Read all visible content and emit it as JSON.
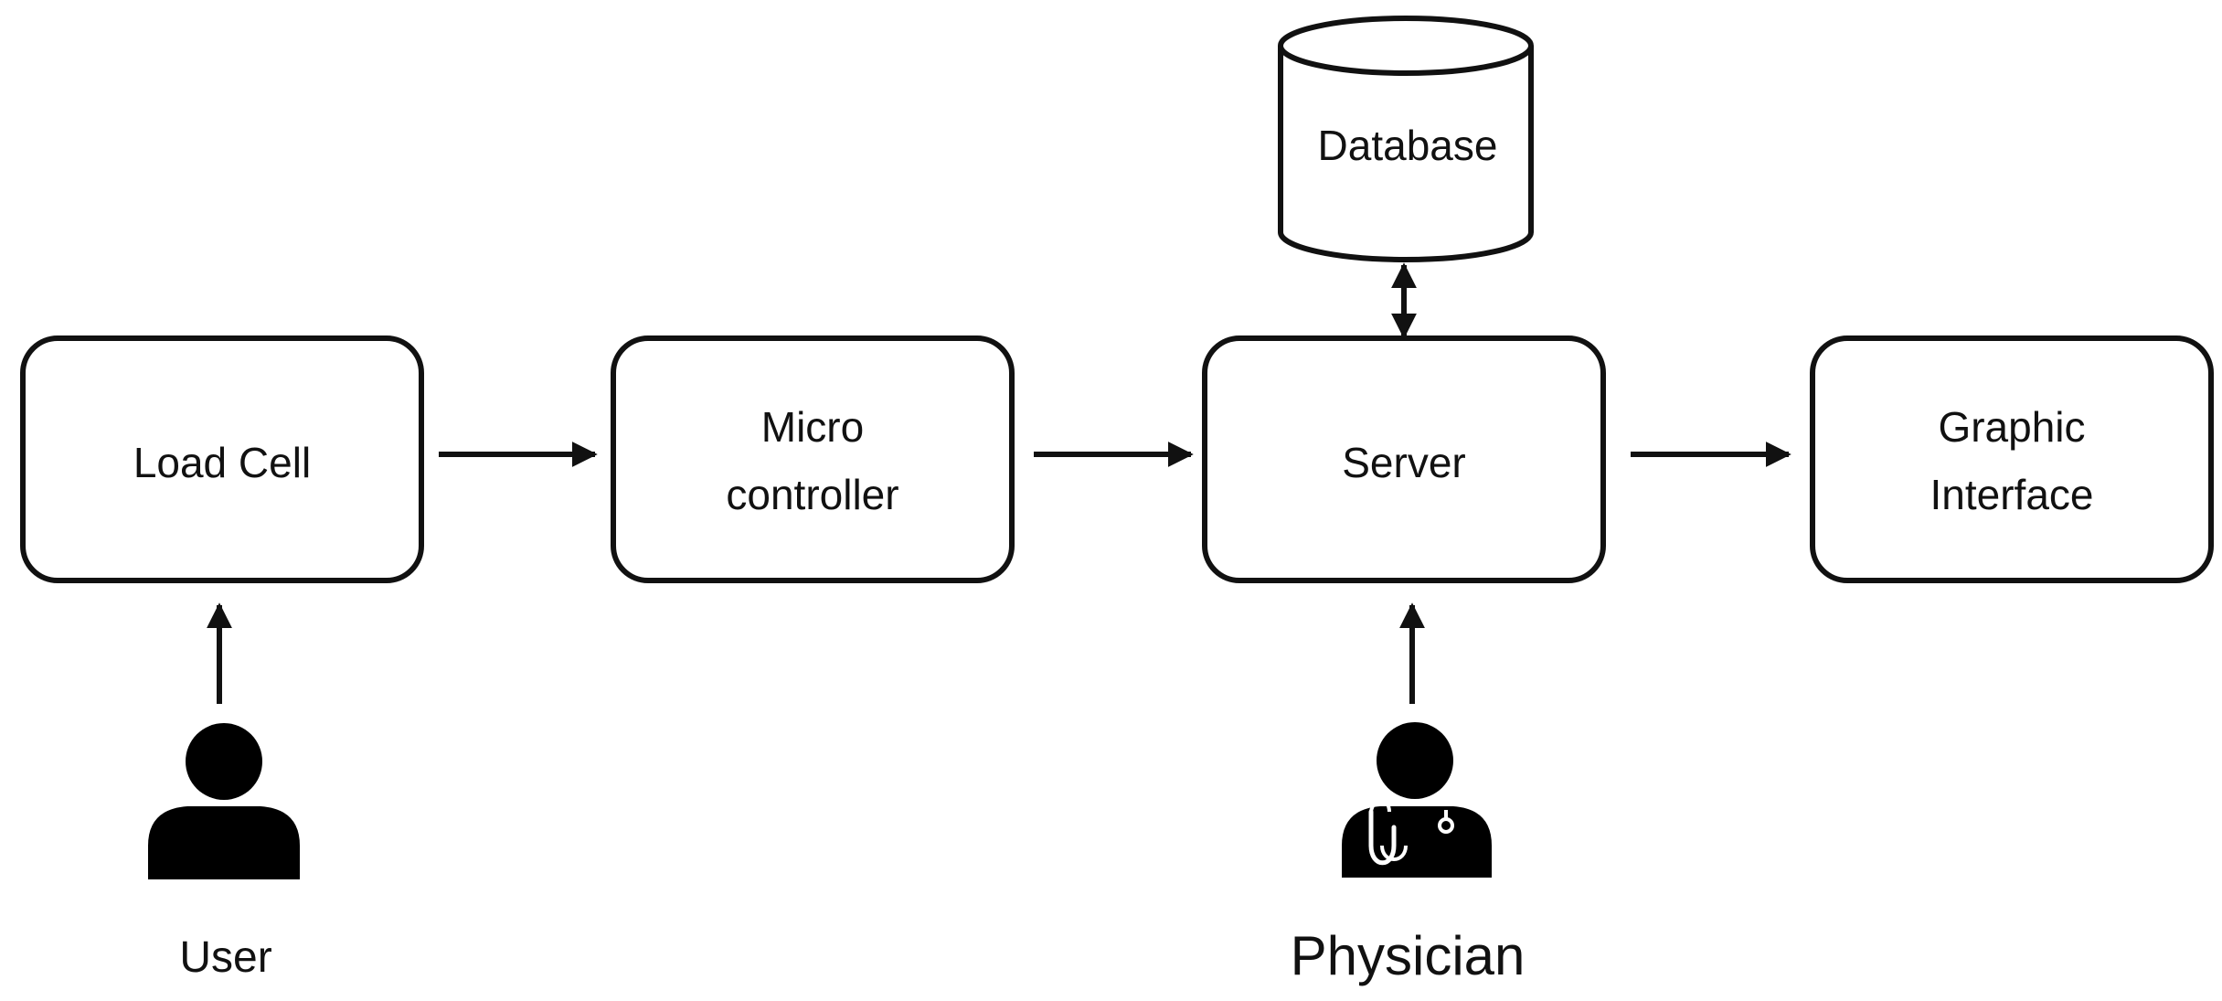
{
  "nodes": {
    "load_cell": {
      "lines": [
        "Load Cell"
      ]
    },
    "microcontroller": {
      "lines": [
        "Micro",
        "controller"
      ]
    },
    "server": {
      "lines": [
        "Server"
      ]
    },
    "graphic_interface": {
      "lines": [
        "Graphic",
        "Interface"
      ]
    },
    "database": {
      "lines": [
        "Database"
      ]
    }
  },
  "actors": {
    "user": {
      "label": "User",
      "icon": "person-icon"
    },
    "physician": {
      "label": "Physician",
      "icon": "physician-icon"
    }
  },
  "edges": [
    {
      "from": "Load Cell",
      "to": "Micro controller",
      "direction": "forward"
    },
    {
      "from": "Micro controller",
      "to": "Server",
      "direction": "forward"
    },
    {
      "from": "Server",
      "to": "Graphic Interface",
      "direction": "forward"
    },
    {
      "from": "Server",
      "to": "Database",
      "direction": "bidirectional"
    },
    {
      "from": "User",
      "to": "Load Cell",
      "direction": "forward"
    },
    {
      "from": "Physician",
      "to": "Server",
      "direction": "forward"
    }
  ],
  "colors": {
    "stroke": "#111111",
    "icon_fill": "#000000",
    "background": "#ffffff"
  }
}
